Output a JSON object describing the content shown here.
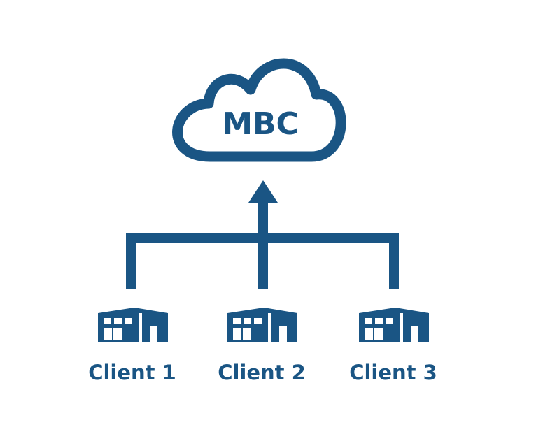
{
  "cloud": {
    "label": "MBC",
    "icon": "cloud-icon"
  },
  "clients": [
    {
      "label": "Client 1",
      "icon": "building-icon"
    },
    {
      "label": "Client 2",
      "icon": "building-icon"
    },
    {
      "label": "Client 3",
      "icon": "building-icon"
    }
  ],
  "colors": {
    "primary": "#1a5584",
    "background": "#ffffff"
  }
}
